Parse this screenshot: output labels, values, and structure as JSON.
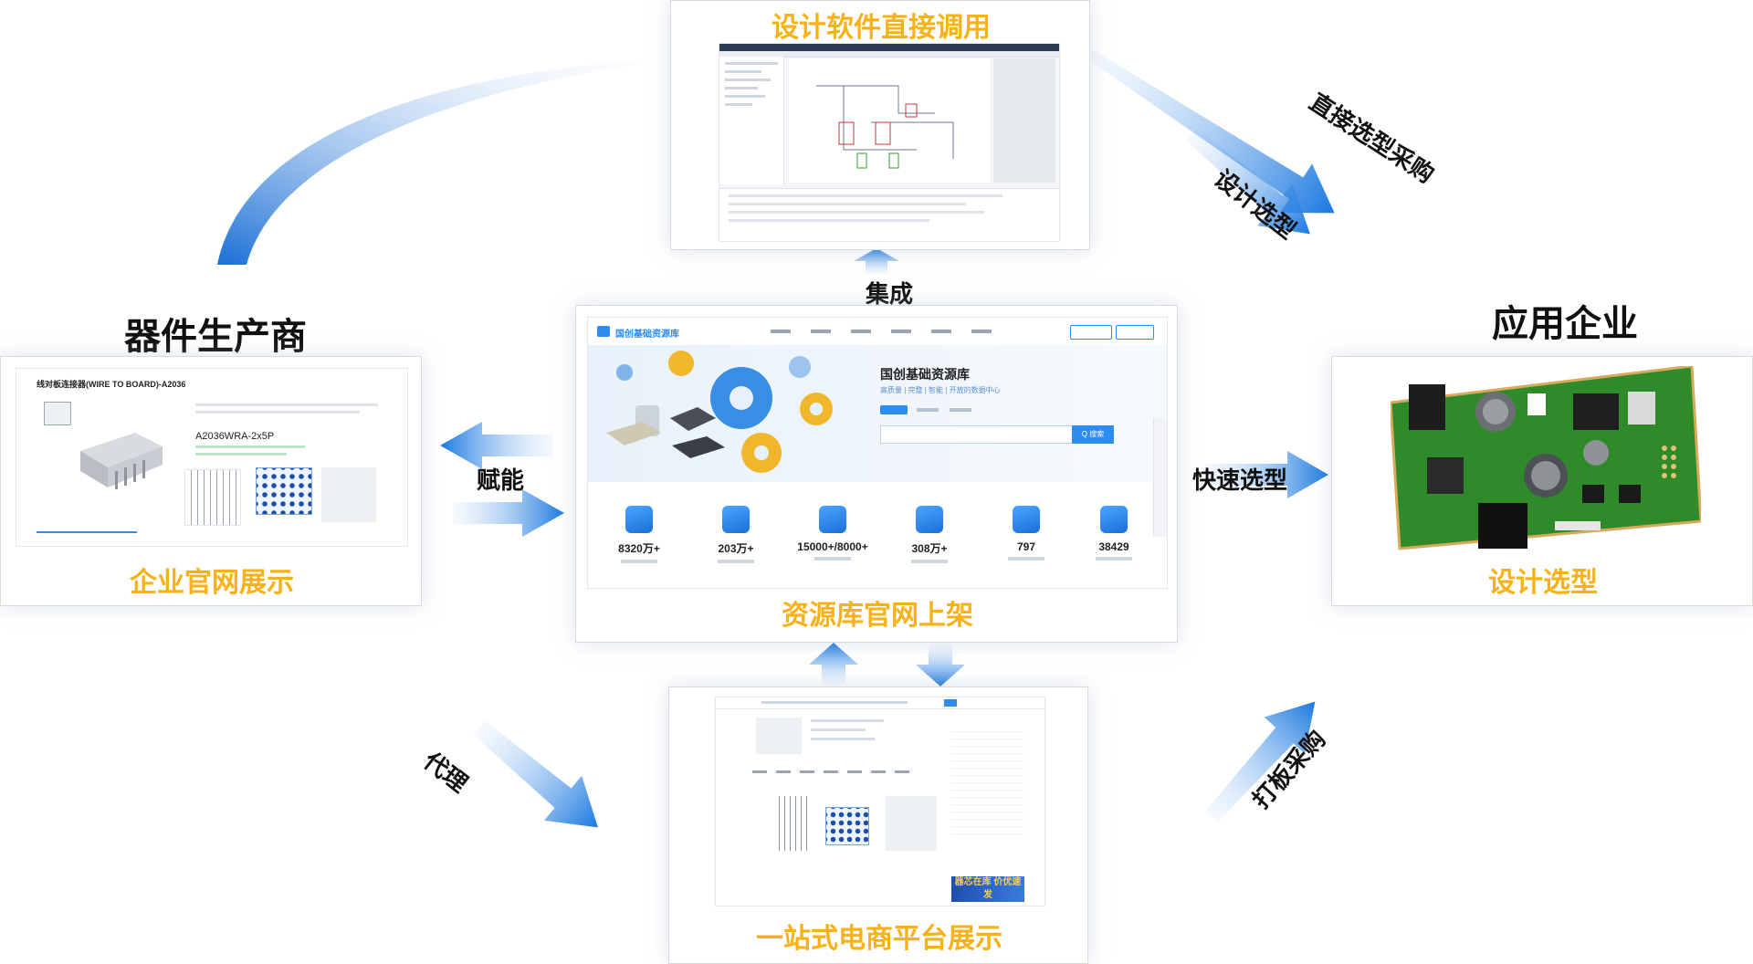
{
  "headings": {
    "manufacturer": "器件生产商",
    "app_enterprise": "应用企业"
  },
  "captions": {
    "design_software": "设计软件直接调用",
    "enterprise_site": "企业官网展示",
    "resource_library": "资源库官网上架",
    "design_selection": "设计选型",
    "ecommerce": "一站式电商平台展示"
  },
  "flows": {
    "integration": "集成",
    "empower": "赋能",
    "quick_selection": "快速选型",
    "design_selection": "设计选型",
    "direct_procurement": "直接选型采购",
    "agent": "代理",
    "proto_procurement": "打板采购"
  },
  "resource_site": {
    "brand": "国创基础资源库",
    "hero_title": "国创基础资源库",
    "hero_subtitle": "高质量 | 完整 | 智能 | 开放的数据中心",
    "search_button": "Q 搜索",
    "stats": [
      "8320万+",
      "203万+",
      "15000+/8000+",
      "308万+",
      "797",
      "38429"
    ]
  },
  "enterprise_site": {
    "product_title": "线对板连接器(WIRE TO BOARD)-A2036",
    "part_number": "A2036WRA-2x5P"
  },
  "ecommerce_site": {
    "promo": "器芯在库 价优速发"
  },
  "colors": {
    "accent_blue": "#2d8cf0",
    "caption_yellow": "#f7b21a",
    "pcb_green": "#2f8a2a"
  }
}
